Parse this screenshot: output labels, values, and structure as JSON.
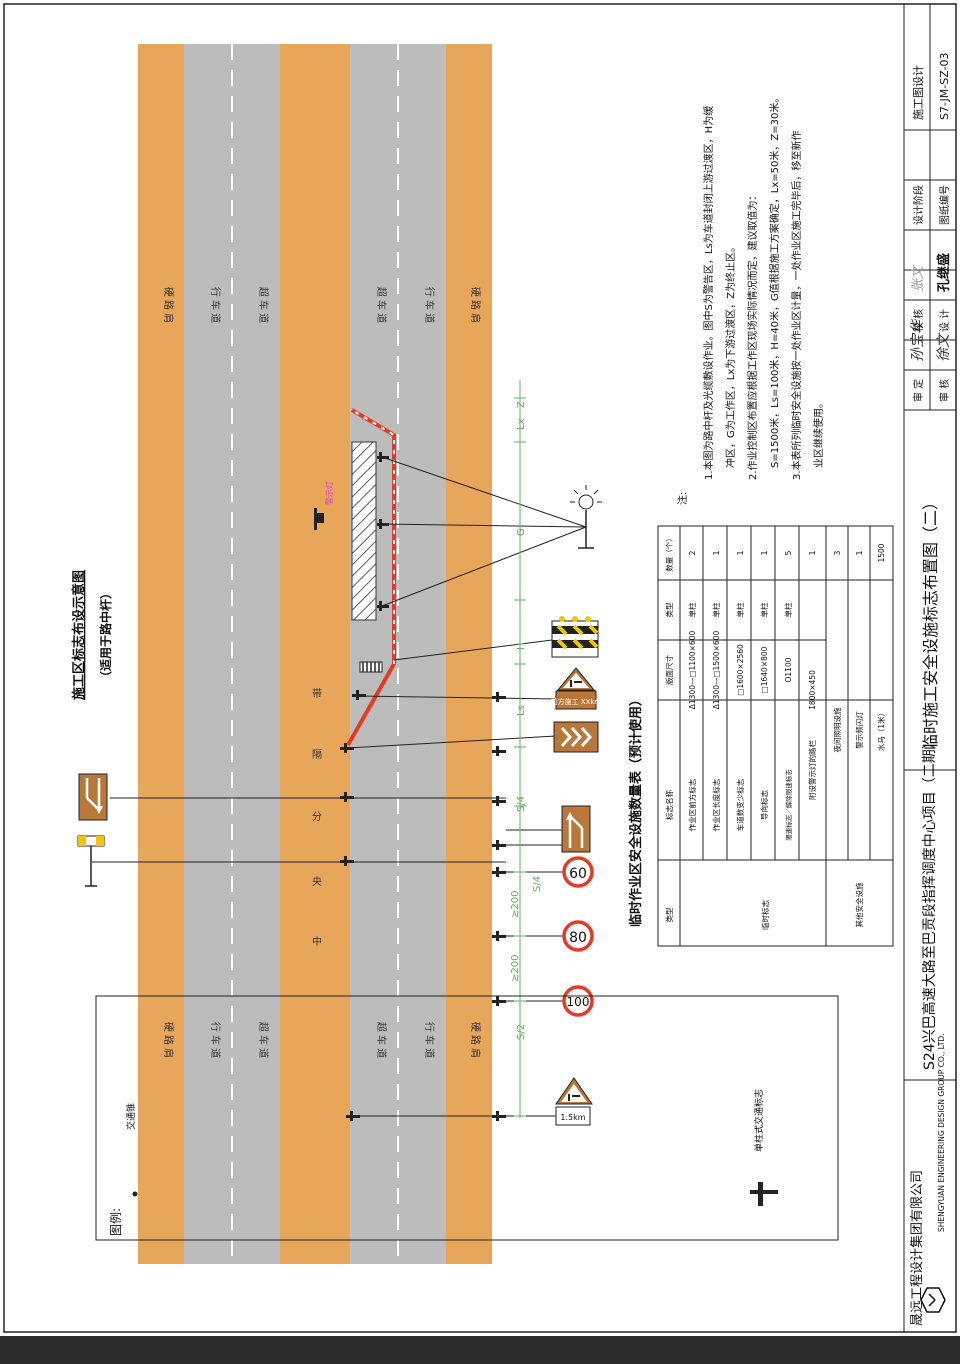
{
  "title_block": {
    "company_cn": "晟远工程设计集团有限公司",
    "company_en": "SHENGYUAN ENGINEERING DESIGN GROUP CO., LTD.",
    "project": "S24兴巴高速大路至巴贡段指挥调度中心项目（二期）",
    "drawing_title": "临时施工安全设施标志布置图（二）",
    "approve_label": "审 定",
    "approve_sig": "孙宝华",
    "check_label": "校 核",
    "check_sig": "张文",
    "review_label": "审 核",
    "review_sig": "徐文",
    "design_label": "设 计",
    "design_sig": "孔继盛",
    "stage_label": "设计阶段",
    "stage_value": "施工图设计",
    "number_label": "图纸编号",
    "number_value": "S7-JM-SZ-03"
  },
  "diagram": {
    "heading": "施工区标志布设示意图",
    "subheading": "（适用于路中杆）",
    "shoulder": "硬 路 肩",
    "driving_lane": "行 车 道",
    "overtaking_lane": "超 车 道",
    "median_chars": [
      "中",
      "央",
      "分",
      "隔",
      "带"
    ],
    "warning_light": "警示灯",
    "sign_detour_text": "前方施工 XXkm",
    "sign_distance_text": "1.5km",
    "speed_signs": [
      "60",
      "80",
      "100"
    ],
    "dims": {
      "z": "Z",
      "lx": "Lx",
      "g": "G",
      "h": "H",
      "ls": "Ls",
      "s4a": "S/4",
      "s4b": "S/4",
      "d200a": "≥200",
      "d200b": "≥200",
      "s2": "S/2"
    }
  },
  "legend": {
    "title": "图例:",
    "item1": "单柱式交通标志",
    "item2": "交通锥"
  },
  "table": {
    "title": "临时作业区安全设施数量表（预计使用）",
    "headers": [
      "类型",
      "标志名称",
      "版面尺寸",
      "类型",
      "数量（个）"
    ],
    "group_sign": "临时标志",
    "group_safety": "其他安全设施",
    "rows": [
      {
        "name": "作业区前方标志",
        "size": "Δ1300—□1100×600",
        "kind": "单柱",
        "qty": "2"
      },
      {
        "name": "作业区长度标志",
        "size": "Δ1300—□1500×600",
        "kind": "单柱",
        "qty": "1"
      },
      {
        "name": "车道数变少标志",
        "size": "□1600×2560",
        "kind": "单柱",
        "qty": "1"
      },
      {
        "name": "导向标志",
        "size": "□1640×800",
        "kind": "单柱",
        "qty": "1"
      },
      {
        "name": "限速标志／解除限速标志",
        "size": "O1100",
        "kind": "单柱",
        "qty": "5"
      },
      {
        "name": "附设警示灯的路栏",
        "size": "1800×450",
        "kind": "",
        "qty": "1"
      },
      {
        "name": "夜间照明设施",
        "size": "",
        "kind": "",
        "qty": "3"
      },
      {
        "name": "警示频闪灯",
        "size": "",
        "kind": "",
        "qty": "1"
      },
      {
        "name": "水马（1米）",
        "size": "",
        "kind": "",
        "qty": "1500"
      }
    ]
  },
  "notes": {
    "head": "注:",
    "lines": [
      "1.本图为路中杆及光缆敷设作业。图中S为警告区，Ls为车道封闭上游过渡区，H为缓",
      "冲区，G为工作区，Lx为下游过渡区，Z为终止区。",
      "2.作业控制区布置应根据工作区现场实际情况而定，建议取值为：",
      "S=1500米，Ls=100米，H=40米，G值根据施工方案确定，Lx=50米，Z=30米。",
      "3.本表所列临时安全设施按一处作业区计量，一处作业区施工完毕后，移至新作",
      "业区继续使用。"
    ]
  },
  "colors": {
    "shoulder": "#e8a65a",
    "lane": "#bcbcbc",
    "median": "#e8a65a",
    "red": "#e53a24",
    "green": "#5cb35c",
    "sign_brown": "#b9773a"
  }
}
